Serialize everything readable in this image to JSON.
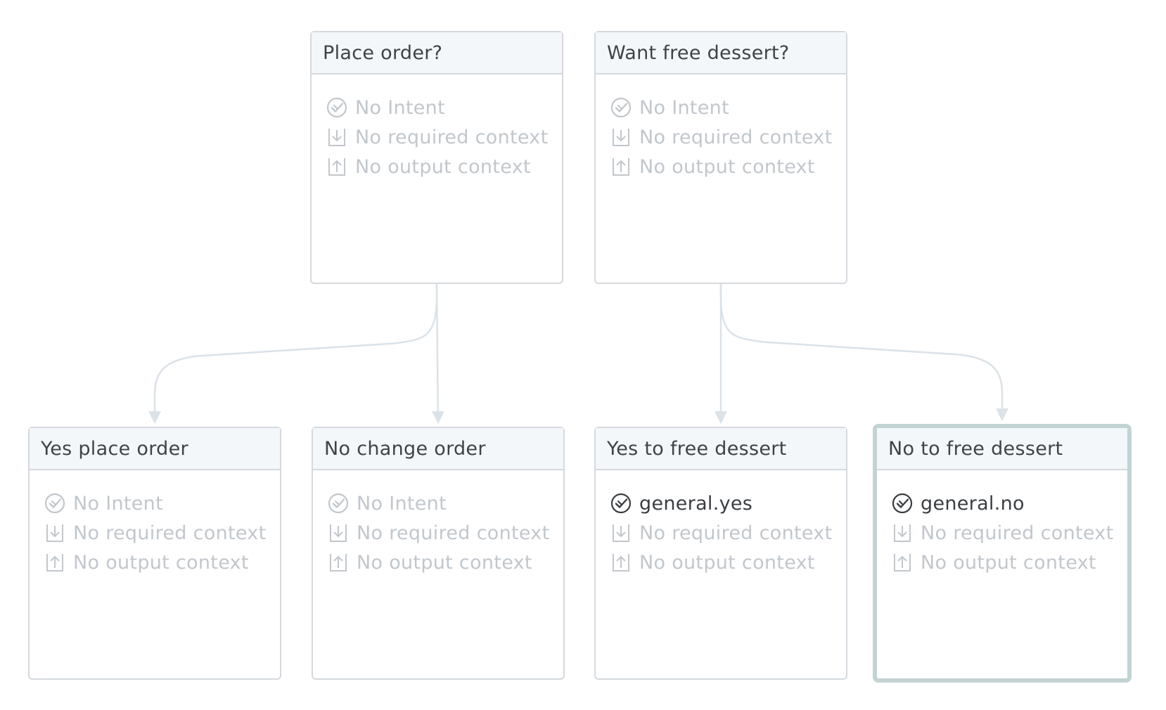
{
  "colors": {
    "connector": "#dbe2e8",
    "border": "#d5d9de",
    "header_bg": "#f4f7fa",
    "selected_border": "#c2d3d3",
    "muted_text": "#c2c7cc",
    "active_text": "#3a3e42",
    "title_text": "#3f4347"
  },
  "nodes": [
    {
      "title": "Place order?",
      "intent": "No Intent",
      "intent_set": false,
      "required_context": "No required context",
      "output_context": "No output context",
      "selected": false
    },
    {
      "title": "Want free dessert?",
      "intent": "No Intent",
      "intent_set": false,
      "required_context": "No required context",
      "output_context": "No output context",
      "selected": false
    },
    {
      "title": "Yes place order",
      "intent": "No Intent",
      "intent_set": false,
      "required_context": "No required context",
      "output_context": "No output context",
      "selected": false
    },
    {
      "title": "No change order",
      "intent": "No Intent",
      "intent_set": false,
      "required_context": "No required context",
      "output_context": "No output context",
      "selected": false
    },
    {
      "title": "Yes to free dessert",
      "intent": "general.yes",
      "intent_set": true,
      "required_context": "No required context",
      "output_context": "No output context",
      "selected": false
    },
    {
      "title": "No to free dessert",
      "intent": "general.no",
      "intent_set": true,
      "required_context": "No required context",
      "output_context": "No output context",
      "selected": true
    }
  ],
  "icons": {
    "intent": "intent-check-icon",
    "required_context": "input-context-icon",
    "output_context": "output-context-icon"
  },
  "edges": [
    {
      "from": 0,
      "to": 2
    },
    {
      "from": 0,
      "to": 3
    },
    {
      "from": 1,
      "to": 4
    },
    {
      "from": 1,
      "to": 5
    }
  ]
}
